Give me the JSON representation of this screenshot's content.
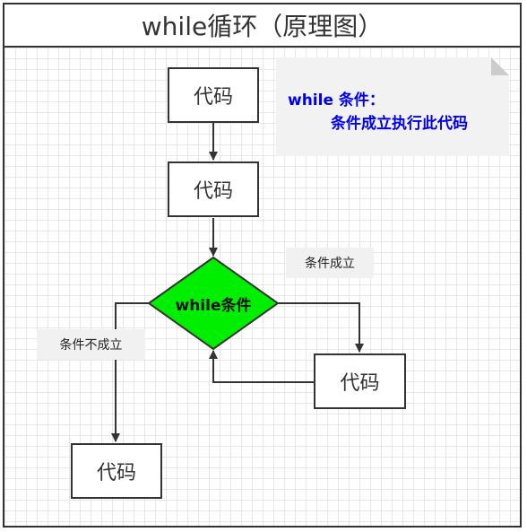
{
  "title": "while循环（原理图）",
  "note": {
    "line1": "while 条件：",
    "line2": "条件成立执行此代码"
  },
  "nodes": {
    "code_top": "代码",
    "code_second": "代码",
    "condition": "while条件",
    "code_loop_body": "代码",
    "code_after_loop": "代码"
  },
  "edge_labels": {
    "true_branch": "条件成立",
    "false_branch": "条件不成立"
  },
  "colors": {
    "decision_fill": "#00ee00",
    "note_text": "#0000ee",
    "stroke": "#333333"
  }
}
